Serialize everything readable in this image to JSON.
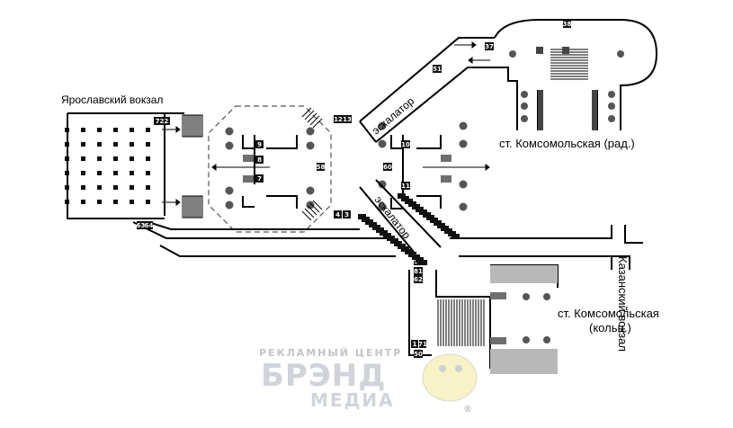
{
  "labels": {
    "yaroslavsky": "Ярославский вокзал",
    "kazansky": "Казанский вокзал",
    "komsomolskaya_rad": "ст. Комсомольская (рад.)",
    "komsomolskaya_kolts_1": "ст. Комсомольская",
    "komsomolskaya_kolts_2": "(кольц.)",
    "escalator_upper": "эскалатор",
    "escalator_lower": "эскалатор"
  },
  "watermark": {
    "line1": "РЕКЛАМНЫЙ ЦЕНТР",
    "line2": "БРЭНД",
    "line3": "МЕДИА",
    "reg": "®"
  },
  "advert_tags": {
    "t722": "722",
    "t12": "12",
    "t13": "13",
    "t51": "51",
    "t37": "37",
    "t38": "38",
    "t9": "9",
    "t8": "8",
    "t7": "7",
    "t10": "10",
    "t11": "11",
    "t58": "58",
    "t60": "60",
    "t4": "4",
    "t3": "3",
    "t63": "63",
    "t64": "64",
    "t97": "97",
    "t62": "62",
    "t81": "81",
    "t50": "50",
    "t1": "1",
    "t71": "71"
  },
  "colors": {
    "wall": "#000000",
    "column": "#555555",
    "hall_dash": "#555555",
    "platform_grey": "#b8b8b8",
    "dark_block": "#6e6e6e"
  }
}
